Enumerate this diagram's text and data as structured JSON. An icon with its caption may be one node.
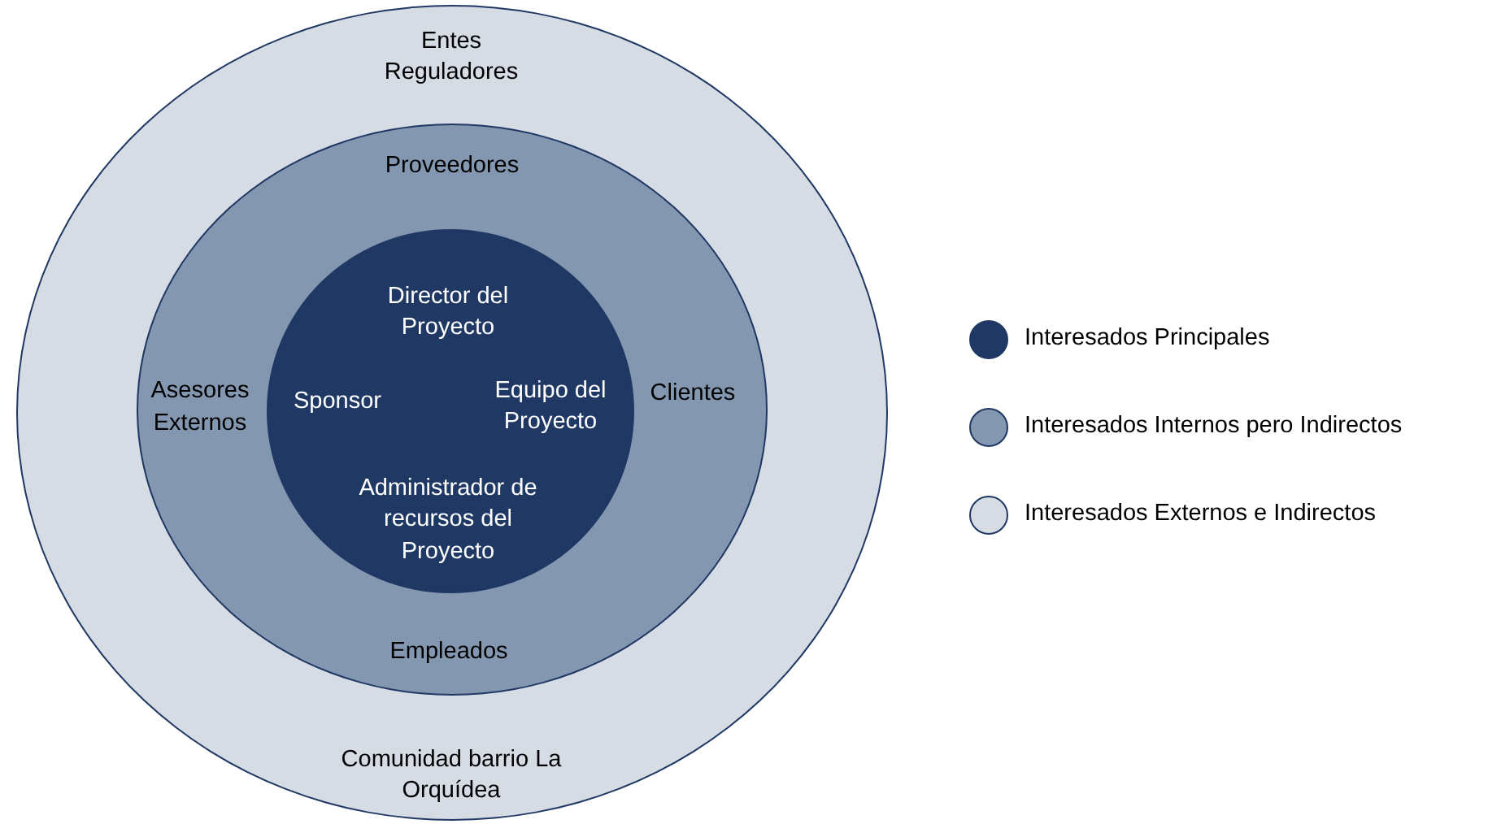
{
  "diagram": {
    "nodes": [
      {
        "text": [
          "Entes Reguladores",
          "Comunidad barrio La Orquídea"
        ]
      },
      {
        "text": [
          "Proveedores",
          "Asesores Externos",
          "Clientes",
          "Empleados"
        ],
        "in": 0
      },
      {
        "text": [
          "Director del Proyecto",
          "Sponsor",
          "Equipo del Proyecto",
          "Administrador de recursos del Proyecto"
        ],
        "in": 1
      }
    ],
    "legend": [
      {
        "text": "Interesados Principales",
        "color": "#1f3864"
      },
      {
        "text": "Interesados Internos pero Indirectos",
        "color": "#8497b0"
      },
      {
        "text": "Interesados Externos e Indirectos",
        "color": "#d6dce4"
      }
    ]
  }
}
